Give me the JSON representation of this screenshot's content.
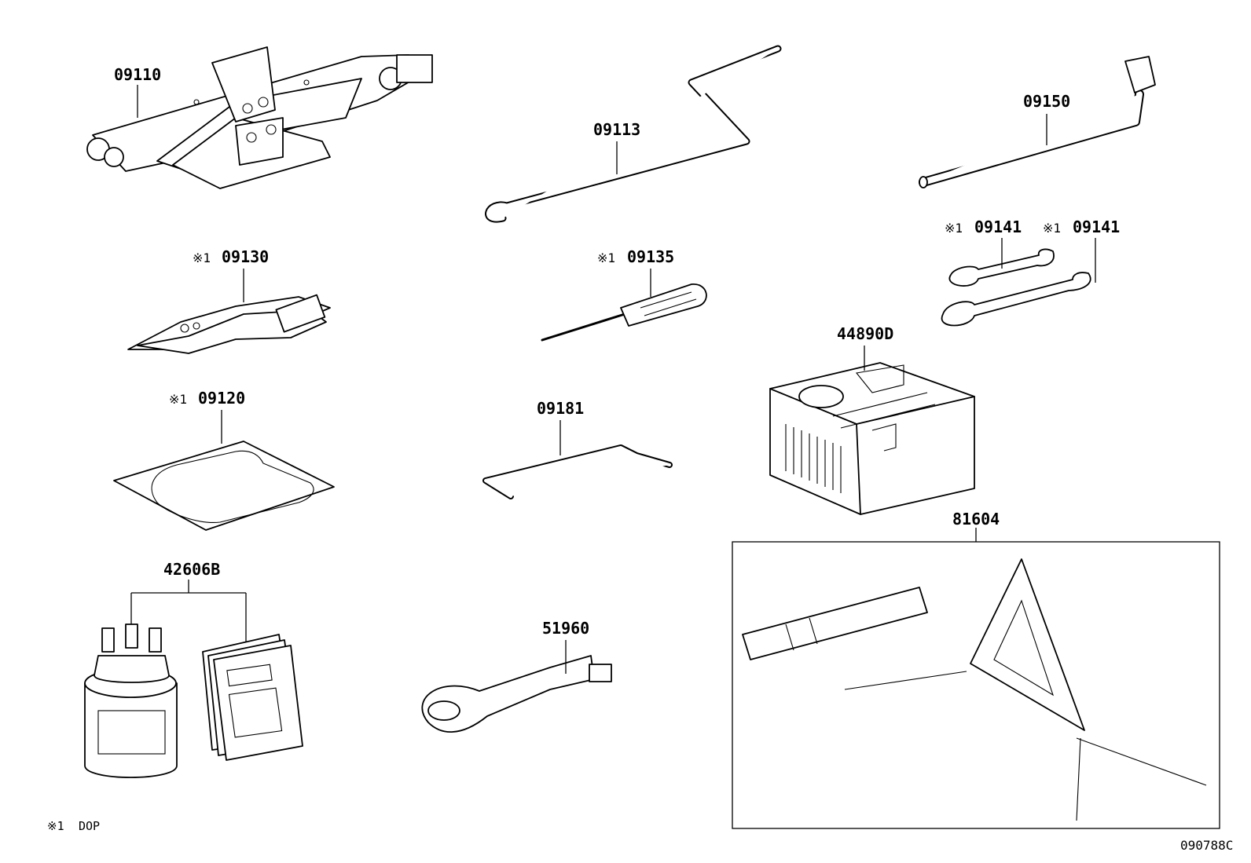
{
  "labels": {
    "p09110": "09110",
    "p09113": "09113",
    "p09150": "09150",
    "p09130": "09130",
    "p09135": "09135",
    "p09141a": "09141",
    "p09141b": "09141",
    "p44890D": "44890D",
    "p09120": "09120",
    "p09181": "09181",
    "p81604": "81604",
    "p42606B": "42606B",
    "p51960": "51960"
  },
  "marks": {
    "m09130": "※1",
    "m09135": "※1",
    "m09141a": "※1",
    "m09141b": "※1",
    "m09120": "※1"
  },
  "legend": {
    "mark": "※1",
    "text": "DOP"
  },
  "ref_code": "090788C"
}
